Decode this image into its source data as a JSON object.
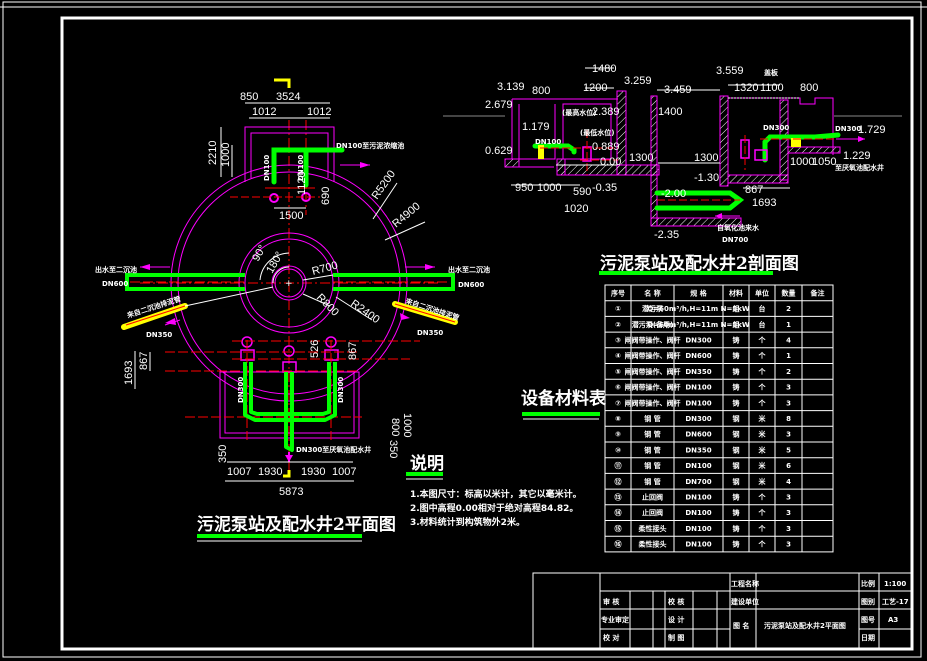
{
  "colors": {
    "background": "#000000",
    "frame": "#ffffff",
    "wall": "#ff00ff",
    "pipe": "#00ff00",
    "centerline": "#ff0000",
    "highlight": "#ffff00",
    "dimension": "#ffffff"
  },
  "plan": {
    "title": "污泥泵站及配水井2平面图",
    "dims": {
      "top_total": "3524",
      "top_offset": "850",
      "top_left": "1012",
      "top_right": "1012",
      "left_height": "2210",
      "left_inner": "1000",
      "pipe_spacing": "1500",
      "pipe_v1": "1120",
      "pipe_v2": "690",
      "r_outer": "R5200",
      "r_wall": "R4900",
      "r_inner": "R2400",
      "r_core": "R700",
      "r_core2": "R800",
      "angle1": "90°",
      "angle2": "180°",
      "left_low1": "1693",
      "left_low2": "867",
      "right_low1": "526",
      "right_low2": "867",
      "right_low3": "1000",
      "right_low4": "800",
      "right_low5": "350",
      "bottom_left": "350",
      "bottom_segs": [
        "1007",
        "1930",
        "1930",
        "1007"
      ],
      "bottom_total": "5873"
    },
    "labels": {
      "top_pipe": "DN100至污泥浓缩池",
      "riser_left": "DN100",
      "riser_right": "DN100",
      "out_left": "出水至二沉池",
      "out_left_dn": "DN600",
      "out_right": "出水至二沉池",
      "out_right_dn": "DN600",
      "in_left": "来自二沉池排泥管",
      "in_left_dn": "DN350",
      "in_right": "来自二沉池排泥管",
      "in_right_dn": "DN350",
      "bottom_pipe": "DN300至厌氧池配水井",
      "drop_left": "DN300",
      "drop_right": "DN300"
    }
  },
  "section": {
    "title": "污泥泵站及配水井2剖面图",
    "elevations": [
      "3.139",
      "2.679",
      "1.179",
      "0.629",
      "2.389",
      "0.889",
      "0.00",
      "-0.35",
      "3.259",
      "3.459",
      "-1.30",
      "-2.00",
      "-2.35",
      "3.559",
      "1.729",
      "1.229"
    ],
    "dims": [
      "800",
      "1480",
      "1200",
      "1400",
      "1300",
      "1300",
      "950",
      "1000",
      "590",
      "1020",
      "1320",
      "1100",
      "800",
      "1000",
      "1050",
      "867",
      "1693"
    ],
    "labels": {
      "high_level": "(最高水位)",
      "low_level": "(最低水位)",
      "pipe_left": "DN100",
      "pipe_right": "DN300",
      "cover": "盖板",
      "out_right": "至厌氧池配水井",
      "out_bottom": "自氧化池来水",
      "out_bottom_dn": "DN700",
      "pipe_label": "DN300"
    }
  },
  "notes": {
    "title": "说明",
    "items": [
      "1.本图尺寸：标高以米计，其它以毫米计。",
      "2.图中高程0.00相对于绝对高程84.82。",
      "3.材料统计到构筑物外2米。"
    ]
  },
  "materials": {
    "title": "设备材料表",
    "headers": [
      "序号",
      "名 称",
      "规 格",
      "材料",
      "单位",
      "数量",
      "备注"
    ],
    "rows": [
      [
        "①",
        "潜污泵",
        "Q=60m³/h,H=11m N=5kW",
        "组",
        "台",
        "2",
        ""
      ],
      [
        "②",
        "潜污泵(备用)",
        "Q=60m³/h,H=11m N=5kW",
        "组",
        "台",
        "1",
        ""
      ],
      [
        "③",
        "闸阀带操作、阀杆",
        "DN300",
        "铸",
        "个",
        "4",
        ""
      ],
      [
        "④",
        "闸阀带操作、阀杆",
        "DN600",
        "铸",
        "个",
        "1",
        ""
      ],
      [
        "⑤",
        "闸阀带操作、阀杆",
        "DN350",
        "铸",
        "个",
        "2",
        ""
      ],
      [
        "⑥",
        "闸阀带操作、阀杆",
        "DN100",
        "铸",
        "个",
        "3",
        ""
      ],
      [
        "⑦",
        "闸阀带操作、阀杆",
        "DN100",
        "铸",
        "个",
        "3",
        ""
      ],
      [
        "⑧",
        "钢 管",
        "DN300",
        "钢",
        "米",
        "8",
        ""
      ],
      [
        "⑨",
        "钢 管",
        "DN600",
        "钢",
        "米",
        "3",
        ""
      ],
      [
        "⑩",
        "钢 管",
        "DN350",
        "钢",
        "米",
        "5",
        ""
      ],
      [
        "⑪",
        "钢 管",
        "DN100",
        "钢",
        "米",
        "6",
        ""
      ],
      [
        "⑫",
        "钢 管",
        "DN700",
        "钢",
        "米",
        "4",
        ""
      ],
      [
        "⑬",
        "止回阀",
        "DN100",
        "铸",
        "个",
        "3",
        ""
      ],
      [
        "⑭",
        "止回阀",
        "DN100",
        "铸",
        "个",
        "3",
        ""
      ],
      [
        "⑮",
        "柔性接头",
        "DN100",
        "铸",
        "个",
        "3",
        ""
      ],
      [
        "⑯",
        "柔性接头",
        "DN100",
        "铸",
        "个",
        "3",
        ""
      ]
    ]
  },
  "title_block": {
    "project_label": "工程名称",
    "unit_label": "建设单位",
    "review_label": "审 核",
    "check_label": "校 核",
    "specialty_label": "专业审定",
    "design_label": "设 计",
    "proof_label": "校 对",
    "draw_label": "制 图",
    "drawing_name_label": "图 名",
    "drawing_name": "污泥泵站及配水井2平面图",
    "scale_label": "比例",
    "scale": "1:100",
    "drawing_no_label": "图别",
    "drawing_no": "工艺-17",
    "sheet_label": "图号",
    "sheet": "A3",
    "date_label": "日期",
    "date": ""
  }
}
